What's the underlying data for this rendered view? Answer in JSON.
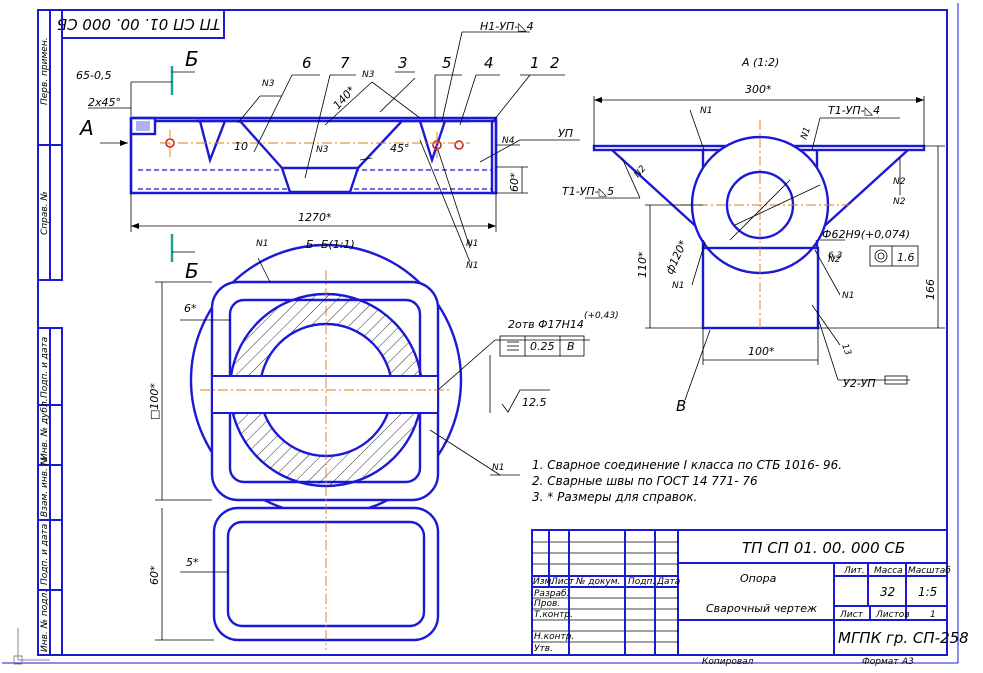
{
  "colors": {
    "outline": "#1a1ad6",
    "axis": "#e07a10",
    "section": "#1fa38a",
    "dim": "#000000"
  },
  "stamp": {
    "drawing_number": "ТП СП 01. 00. 000 СБ",
    "drawing_number_rotated": "ТП СП 01. 00. 000 СБ",
    "part_name": "Опора",
    "doc_type": "Сварочный чертеж",
    "col_lit": "Лит.",
    "col_mass": "Масса",
    "col_scale": "Масштаб",
    "mass": "32",
    "scale": "1:5",
    "sheet_label": "Лист",
    "sheets_label": "Листов",
    "sheets_count": "1",
    "org": "МГПК гр. СП-258",
    "hdr_change": "Изм.",
    "hdr_sheet": "Лист",
    "hdr_doc": "№ докум.",
    "hdr_sign": "Подп.",
    "hdr_date": "Дата",
    "role_dev": "Разраб.",
    "role_check": "Пров.",
    "role_tcontrol": "Т.контр.",
    "role_ncontrol": "Н.контр.",
    "role_approve": "Утв.",
    "copied": "Копировал",
    "format_label": "Формат",
    "format_value": "А3"
  },
  "left_strip": {
    "perv": "Перв. примен.",
    "sprav": "Справ. №",
    "podp_data_1": "Подп. и дата",
    "inv_dubl": "Инв. № дубл.",
    "vzam_inv": "Взам. инв. №",
    "podp_data_2": "Подп. и дата",
    "inv_podl": "Инв. № подл."
  },
  "notes": [
    "1. Сварное соединение I класса по СТБ 1016- 96.",
    "2. Сварные швы по ГОСТ 14 771- 76",
    "3. * Размеры для справок."
  ],
  "front_view": {
    "arrow_a": "А",
    "cut_b_top": "Б",
    "cut_b_bottom": "Б",
    "chamfer_len": "65-0,5",
    "chamfer": "2х45°",
    "weld_top": "Н1-УП-◺4",
    "weld_up": "УП",
    "n1a": "N1",
    "n1b": "N1",
    "n3a": "N3",
    "n3b": "N3",
    "n3c": "N3",
    "n4": "N4",
    "pos1": "1",
    "pos2": "2",
    "pos3": "3",
    "pos4": "4",
    "pos5": "5",
    "pos6": "6",
    "pos7": "7",
    "dim_10": "10",
    "dim_140": "140*",
    "dim_45": "45°",
    "dim_60": "60*",
    "dim_1270": "1270*"
  },
  "view_a": {
    "title": "А (1:2)",
    "dim_300": "300*",
    "n1a": "N1",
    "n1b": "N1",
    "n1c": "N1",
    "n1d": "N1",
    "n2a": "N2",
    "n2b": "N2",
    "n2c": "N2",
    "n2d": "N2",
    "weld_t1_4": "Т1-УП-◺4",
    "weld_t1_5": "Т1-УП-◺5",
    "bore": "Ф62Н9(+0,074)",
    "runout": "1.6",
    "dim_6": "6,3",
    "dim_120": "ф120*",
    "dim_110": "110*",
    "dim_166": "166",
    "dim_100": "100*",
    "pos_b": "В",
    "weld_u2": "У2-УП",
    "n13": "13"
  },
  "section_b": {
    "title": "Б- Б(1:1)",
    "n1top": "N1",
    "n1right": "N1",
    "holes": "2отв Ф17Н14",
    "holes_tol": "(+0,43)",
    "tol_value": "0.25",
    "tol_base": "В",
    "roughness": "12.5",
    "dim_6": "6*",
    "dim_100": "□100*",
    "dim_60": "60*",
    "dim_5": "5*"
  }
}
